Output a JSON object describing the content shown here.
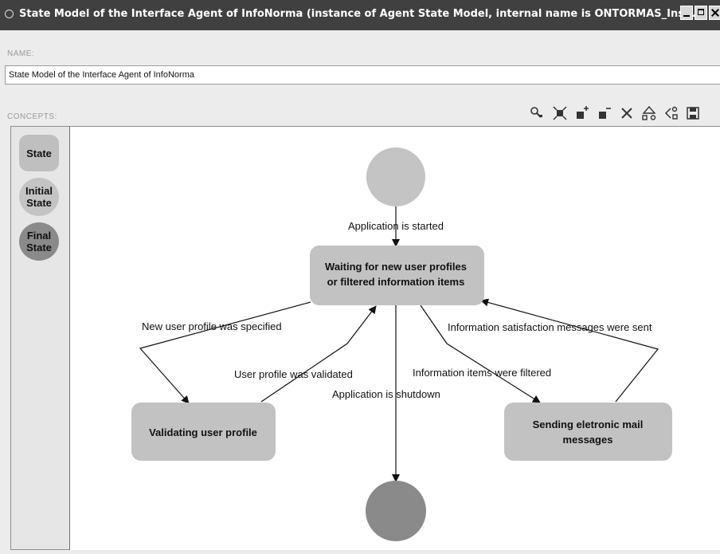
{
  "window": {
    "title": "State Model of the Interface Agent of InfoNorma  (instance of Agent State Model, internal name is ONTORMAS_Ins..."
  },
  "name_section": {
    "label": "NAME:",
    "value": "State Model of the Interface Agent of InfoNorma"
  },
  "concepts_section": {
    "label": "CONCEPTS:"
  },
  "toolbar": {
    "icons": [
      "find-icon",
      "fit-icon",
      "add-icon",
      "remove-icon",
      "delete-icon",
      "layout-icon",
      "export-icon",
      "save-icon"
    ]
  },
  "palette": {
    "items": [
      {
        "label_lines": [
          "State"
        ],
        "color": "#bfbfbf"
      },
      {
        "label_lines": [
          "Initial",
          "State"
        ],
        "color": "#c4c4c4"
      },
      {
        "label_lines": [
          "Final",
          "State"
        ],
        "color": "#8a8a8a"
      }
    ]
  },
  "diagram": {
    "initial_color": "#c4c4c4",
    "final_color": "#8a8a8a",
    "state_color": "#c2c2c2",
    "states": {
      "waiting": [
        "Waiting for new user profiles",
        "or filtered information items"
      ],
      "validating": [
        "Validating user profile"
      ],
      "sending": [
        "Sending eletronic mail",
        "messages"
      ]
    },
    "transitions": {
      "started": "Application is started",
      "new_profile": "New user profile was specified",
      "validated": "User profile was validated",
      "shutdown": "Application is shutdown",
      "filtered": "Information items were filtered",
      "satisfaction": "Information satisfaction messages were sent"
    }
  }
}
